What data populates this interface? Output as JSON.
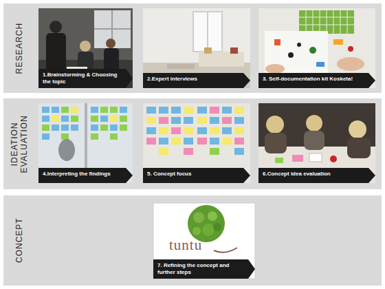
{
  "diagram": {
    "nodes": [
      {
        "text": [
          "RESEARCH"
        ]
      },
      {
        "text": [
          "1.Brainstorming & Choosing the topic"
        ],
        "in": 0
      },
      {
        "text": [
          "2.Expert interviews"
        ],
        "in": 0
      },
      {
        "text": [
          "3. Self-documentation kit Kosketa!"
        ],
        "in": 0
      },
      {
        "text": [
          "IDEATION EVALUATION"
        ]
      },
      {
        "text": [
          "4.Interpreting the findings"
        ],
        "in": 4
      },
      {
        "text": [
          "5. Concept focus"
        ],
        "in": 4
      },
      {
        "text": [
          "6.Concept idea evaluation"
        ],
        "in": 4
      },
      {
        "text": [
          "CONCEPT"
        ]
      },
      {
        "text": [
          "7. Refining the concept and further steps"
        ],
        "in": 8
      }
    ],
    "labels": [
      "tuntu"
    ]
  }
}
